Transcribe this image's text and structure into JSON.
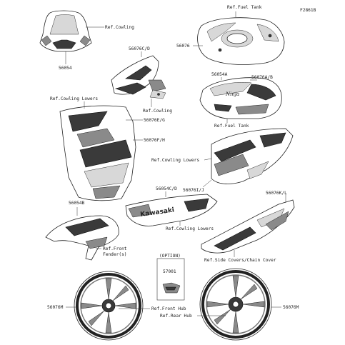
{
  "figure_id": "F2861B",
  "labels": {
    "ref_cowling_top": "Ref.Cowling",
    "p56054_top": "56054",
    "p56076": "56076",
    "ref_fuel_tank_top": "Ref.Fuel Tank",
    "p56076cd": "56076C/D",
    "ref_cowling_mid": "Ref.Cowling",
    "p56054a": "56054A",
    "p56076ab": "56076A/B",
    "ref_fuel_tank_mid": "Ref.Fuel Tank",
    "ref_cowling_lowers_left": "Ref.Cowling Lowers",
    "p56076eg": "56076E/G",
    "p56076fh": "56076F/H",
    "ref_cowling_lowers_right": "Ref.Cowling Lowers",
    "p56054cd": "56054C/D",
    "p56076ij": "56076I/J",
    "p56076kl": "56076K/L",
    "p56054b": "56054B",
    "ref_cowling_lowers_bottom": "Ref.Cowling Lowers",
    "ref_front_fender": "Ref.Front",
    "ref_front_fender_2": "Fender(s)",
    "option": "(OPTION)",
    "p57001": "57001",
    "ref_side_covers": "Ref.Side Covers/Chain Cover",
    "p56076m_left": "56076M",
    "ref_front_hub": "Ref.Front Hub",
    "ref_rear_hub": "Ref.Rear Hub",
    "p56076m_right": "56076M"
  },
  "decal_texts": {
    "ninja": "Ninja",
    "kawasaki": "Kawasaki"
  }
}
